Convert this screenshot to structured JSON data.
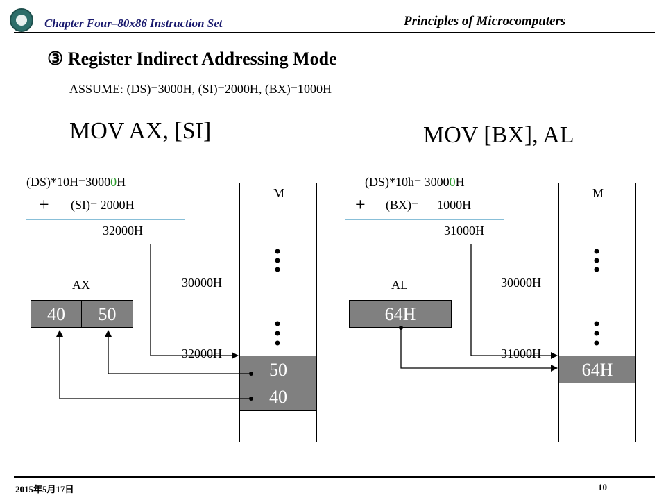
{
  "header": {
    "chapter": "Chapter Four–80x86 Instruction Set",
    "course": "Principles of Microcomputers"
  },
  "slide": {
    "bullet": "③",
    "title": "Register Indirect Addressing Mode",
    "assume": "ASSUME: (DS)=3000H, (SI)=2000H, (BX)=1000H"
  },
  "left_example": {
    "instruction": "MOV  AX, [SI]",
    "seg_calc_prefix": "(DS)*10H=3000",
    "seg_calc_zero": "0",
    "seg_calc_suffix": "H",
    "plus": "+",
    "offset_calc": "(SI)=  2000H",
    "result": "32000H",
    "register_label": "AX",
    "register_high": "40",
    "register_low": "50",
    "memory_label": "M",
    "addr_segment": "30000H",
    "addr_target": "32000H",
    "mem_value_1": "50",
    "mem_value_2": "40"
  },
  "right_example": {
    "instruction": "MOV  [BX], AL",
    "seg_calc_prefix": "(DS)*10h= 3000",
    "seg_calc_zero": "0",
    "seg_calc_suffix": "H",
    "plus": "+",
    "offset_calc": "(BX)=      1000H",
    "result": "31000H",
    "register_label": "AL",
    "register_value": "64H",
    "memory_label": "M",
    "addr_segment": "30000H",
    "addr_target": "31000H",
    "mem_value_1": "64H"
  },
  "footer": {
    "date": "2015年5月17日",
    "page": "10"
  },
  "colors": {
    "cell_fill": "#808080",
    "rule_blue": "#88bfd8",
    "highlight_green": "#2e9c2e"
  }
}
